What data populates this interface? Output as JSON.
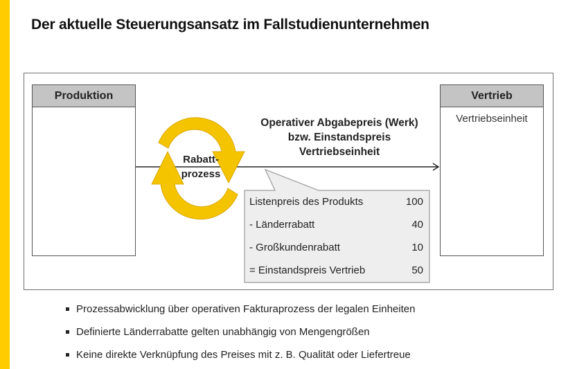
{
  "title": "Der aktuelle Steuerungsansatz im Fallstudienunternehmen",
  "colors": {
    "accent": "#ffcc00",
    "cycle_arrow": "#f5c400",
    "header_fill": "#c4c4c4",
    "callout_fill": "#eeeeee"
  },
  "diagram": {
    "left_unit": {
      "header": "Produktion",
      "body": ""
    },
    "right_unit": {
      "header": "Vertrieb",
      "body": "Vertriebseinheit"
    },
    "cycle": {
      "line1": "Rabatt-",
      "line2": "prozess",
      "icon": "cycle-arrows-icon"
    },
    "price_flow": {
      "line1": "Operativer Abgabepreis (Werk)",
      "line2": "bzw. Einstandspreis",
      "line3": "Vertriebseinheit"
    },
    "callout": {
      "rows": [
        {
          "label": "Listenpreis des Produkts",
          "value": "100"
        },
        {
          "label": "- Länderrabatt",
          "value": "40"
        },
        {
          "label": "- Großkundenrabatt",
          "value": "10"
        },
        {
          "label": "= Einstandspreis Vertrieb",
          "value": "50"
        }
      ]
    }
  },
  "bullets": [
    "Prozessabwicklung über operativen Fakturaprozess der legalen Einheiten",
    "Definierte Länderrabatte gelten unabhängig von Mengengrößen",
    "Keine direkte Verknüpfung des Preises mit z. B. Qualität oder Liefertreue"
  ]
}
